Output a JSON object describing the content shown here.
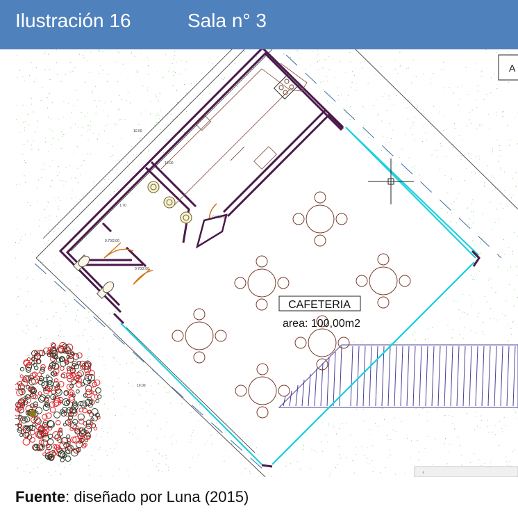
{
  "header": {
    "figure_label": "Ilustración 16",
    "figure_name": "Sala n° 3"
  },
  "plan": {
    "room_label": "CAFETERIA",
    "area_label": "area: 100,00m2",
    "corner_tag": "A",
    "dimensions": [
      "10.00",
      "10.00",
      "1.70",
      "10.00"
    ],
    "door_labels": [
      "0.70/2.00",
      "0.70/2.00",
      "0.80/2.00"
    ]
  },
  "footer": {
    "source_label": "Fuente",
    "source_text": ": diseñado por Luna (2015)"
  }
}
